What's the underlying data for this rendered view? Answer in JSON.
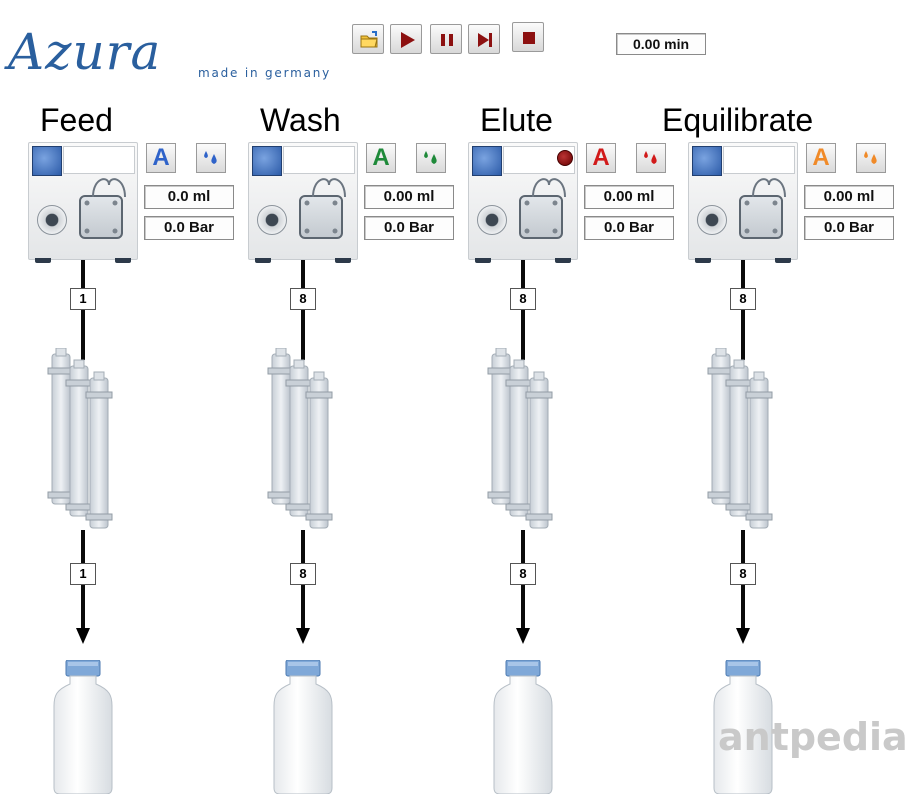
{
  "logo": {
    "word": "Azura",
    "tagline": "made in germany"
  },
  "timer": {
    "value": "0.00 min"
  },
  "toolbar": {
    "open": "open-folder-icon",
    "run": "play-icon",
    "pause": "pause-icon",
    "step": "step-forward-icon",
    "stop": "stop-icon"
  },
  "stations": [
    {
      "title": "Feed",
      "solvent": "A",
      "solvent_color": "#2f63c9",
      "drop_color": "#2f63c9",
      "volume": "0.0 ml",
      "pressure": "0.0 Bar",
      "valve_in": "1",
      "valve_out": "1",
      "indicator": false
    },
    {
      "title": "Wash",
      "solvent": "A",
      "solvent_color": "#1f8a3a",
      "drop_color": "#1f8a3a",
      "volume": "0.00 ml",
      "pressure": "0.0 Bar",
      "valve_in": "8",
      "valve_out": "8",
      "indicator": false
    },
    {
      "title": "Elute",
      "solvent": "A",
      "solvent_color": "#d11a1a",
      "drop_color": "#d11a1a",
      "volume": "0.00 ml",
      "pressure": "0.0 Bar",
      "valve_in": "8",
      "valve_out": "8",
      "indicator": true
    },
    {
      "title": "Equilibrate",
      "solvent": "A",
      "solvent_color": "#f08a28",
      "drop_color": "#f08a28",
      "volume": "0.00 ml",
      "pressure": "0.0 Bar",
      "valve_in": "8",
      "valve_out": "8",
      "indicator": false
    }
  ],
  "watermark": "antpedia"
}
